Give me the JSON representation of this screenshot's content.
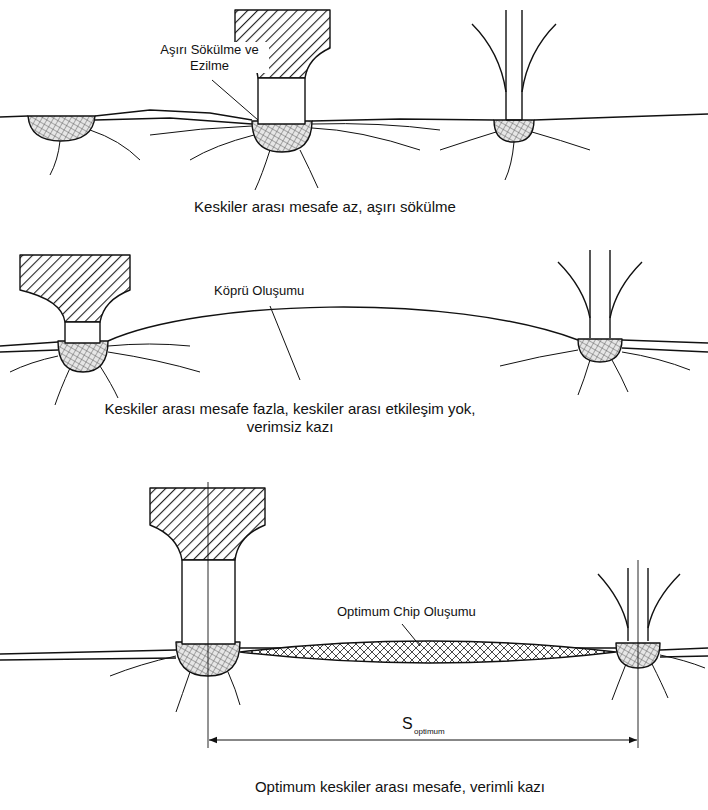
{
  "diagram": {
    "labels": [
      "Aşırı Sökülme ve Ezilme",
      "Keskiler arası mesafe az, aşırı sökülme",
      "Köprü Oluşumu",
      "Keskiler arası mesafe fazla, keskiler arası etkileşim yok, verimsiz kazı",
      "Optimum Chip Oluşumu",
      "S",
      "optimum",
      "Optimum keskiler arası mesafe, verimli kazı"
    ]
  }
}
